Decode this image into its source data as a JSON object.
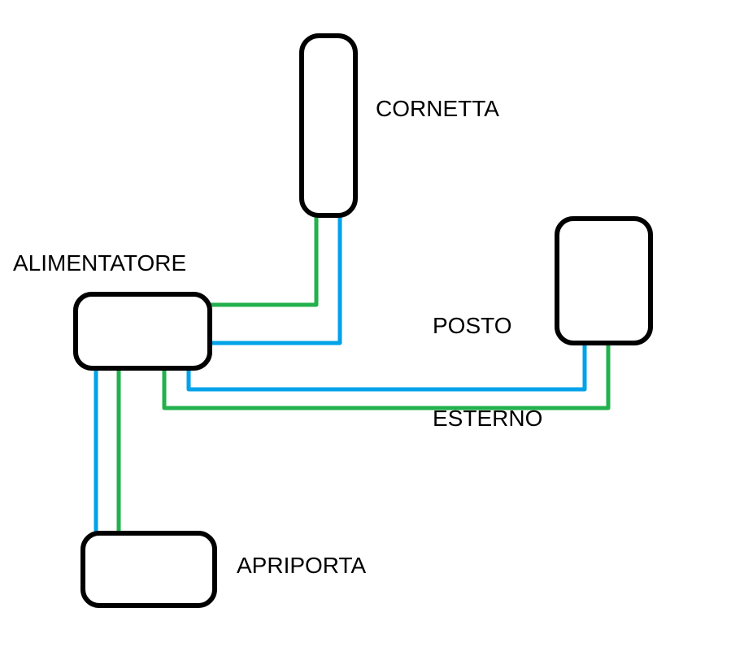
{
  "diagram": {
    "labels": {
      "cornetta": "CORNETTA",
      "alimentatore": "ALIMENTATORE",
      "posto_esterno_line1": "POSTO",
      "posto_esterno_line2": "ESTERNO",
      "apriporta": "APRIPORTA"
    },
    "colors": {
      "wire_green": "#22b14c",
      "wire_blue": "#00a2e8",
      "box_outline": "#000000",
      "text": "#000000",
      "background": "#ffffff"
    },
    "connections": [
      {
        "from": "CORNETTA",
        "to": "ALIMENTATORE",
        "wire": "green"
      },
      {
        "from": "CORNETTA",
        "to": "ALIMENTATORE",
        "wire": "blue"
      },
      {
        "from": "ALIMENTATORE",
        "to": "POSTO ESTERNO",
        "wire": "blue"
      },
      {
        "from": "ALIMENTATORE",
        "to": "POSTO ESTERNO",
        "wire": "green"
      },
      {
        "from": "ALIMENTATORE",
        "to": "APRIPORTA",
        "wire": "blue"
      },
      {
        "from": "ALIMENTATORE",
        "to": "APRIPORTA",
        "wire": "green"
      }
    ]
  }
}
